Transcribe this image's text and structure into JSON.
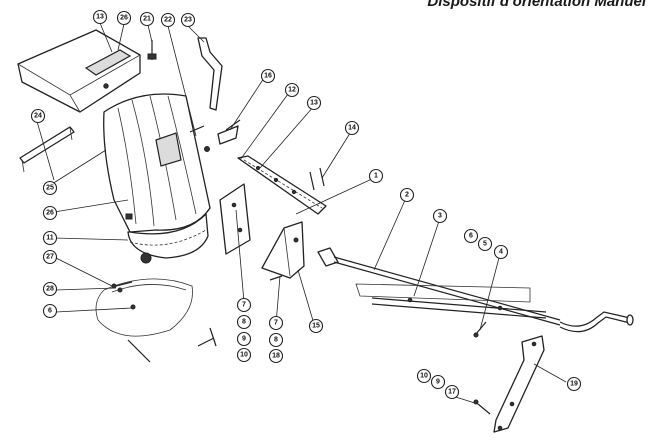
{
  "title": "Dispositif d'orientation Manuel",
  "callouts": [
    {
      "id": "c13a",
      "label": "13"
    },
    {
      "id": "c26a",
      "label": "26"
    },
    {
      "id": "c21",
      "label": "21"
    },
    {
      "id": "c22",
      "label": "22"
    },
    {
      "id": "c23",
      "label": "23"
    },
    {
      "id": "c16",
      "label": "16"
    },
    {
      "id": "c12",
      "label": "12"
    },
    {
      "id": "c13b",
      "label": "13"
    },
    {
      "id": "c14",
      "label": "14"
    },
    {
      "id": "c24",
      "label": "24"
    },
    {
      "id": "c1",
      "label": "1"
    },
    {
      "id": "c25",
      "label": "25"
    },
    {
      "id": "c2",
      "label": "2"
    },
    {
      "id": "c26b",
      "label": "26"
    },
    {
      "id": "c3",
      "label": "3"
    },
    {
      "id": "c11",
      "label": "11"
    },
    {
      "id": "c6a",
      "label": "6"
    },
    {
      "id": "c5",
      "label": "5"
    },
    {
      "id": "c4",
      "label": "4"
    },
    {
      "id": "c27",
      "label": "27"
    },
    {
      "id": "c28",
      "label": "28"
    },
    {
      "id": "c6b",
      "label": "6"
    },
    {
      "id": "c7a",
      "label": "7"
    },
    {
      "id": "c8a",
      "label": "8"
    },
    {
      "id": "c9a",
      "label": "9"
    },
    {
      "id": "c10a",
      "label": "10"
    },
    {
      "id": "c7b",
      "label": "7"
    },
    {
      "id": "c8b",
      "label": "8"
    },
    {
      "id": "c18",
      "label": "18"
    },
    {
      "id": "c15",
      "label": "15"
    },
    {
      "id": "c10b",
      "label": "10"
    },
    {
      "id": "c9b",
      "label": "9"
    },
    {
      "id": "c17",
      "label": "17"
    },
    {
      "id": "c19",
      "label": "19"
    }
  ]
}
